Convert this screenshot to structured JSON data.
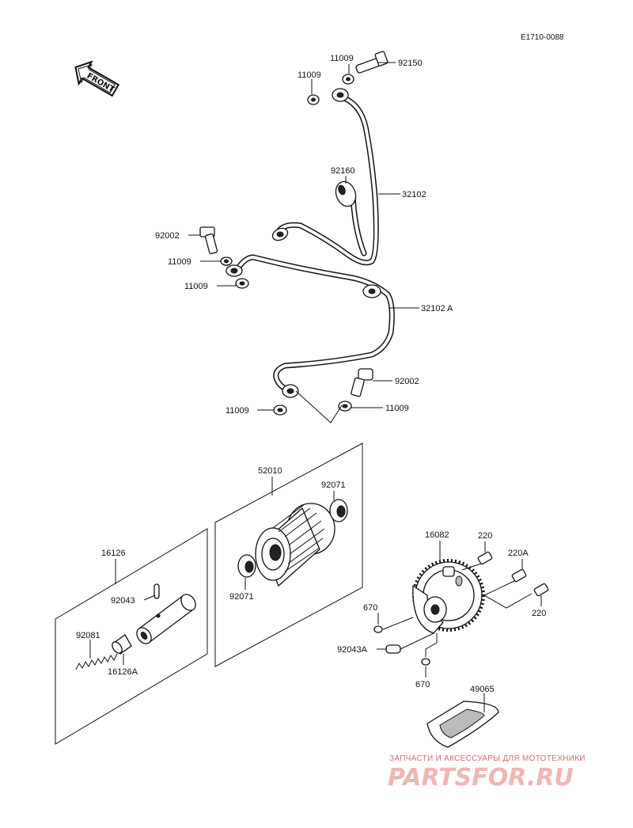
{
  "drawing_code": "E1710-0088",
  "front_arrow_text": "FRONT",
  "labels": {
    "p92150": "92150",
    "p11009_a": "11009",
    "p11009_b": "11009",
    "p92160": "92160",
    "p32102": "32102",
    "p92002_a": "92002",
    "p11009_c": "11009",
    "p11009_d": "11009",
    "p32102A": "32102 A",
    "p92002_b": "92002",
    "p11009_e": "11009",
    "p11009_f": "11009",
    "p52010": "52010",
    "p92071_a": "92071",
    "p92071_b": "92071",
    "p16126": "16126",
    "p92043": "92043",
    "p92081": "92081",
    "p16126A": "16126A",
    "p16082": "16082",
    "p220_a": "220",
    "p220A": "220A",
    "p220_b": "220",
    "p670_a": "670",
    "p92043A": "92043A",
    "p670_b": "670",
    "p49065": "49065"
  },
  "watermark": {
    "tagline": "ЗАПЧАСТИ И АКСЕССУАРЫ ДЛЯ МОТОТЕХНИКИ",
    "brand": "PARTSFOR.RU"
  },
  "colors": {
    "line": "#111111",
    "watermark": "#cf6f6f"
  }
}
